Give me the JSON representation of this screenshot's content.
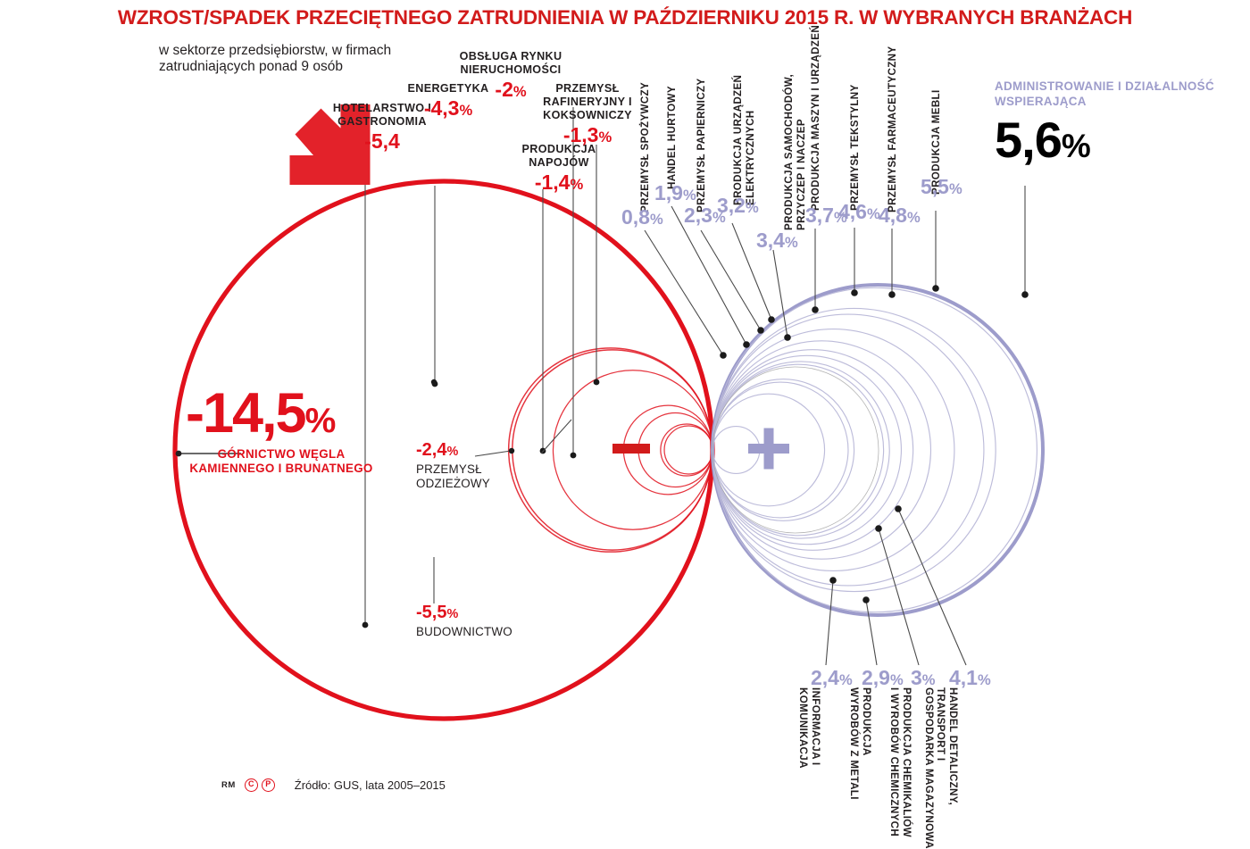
{
  "header": {
    "title": "WZROST/SPADEK  PRZECIĘTNEGO ZATRUDNIENIA  W PAŹDZIERNIKU 2015 R.  W WYBRANYCH BRANŻACH",
    "subtitle": "w sektorze przedsiębiorstw, w firmach zatrudniających ponad 9 osób",
    "title_color": "#d21b1b"
  },
  "colors": {
    "negative": "#e1111c",
    "positive": "#9d9ccb",
    "text": "#231f20",
    "leader": "#3a3a3a"
  },
  "highlight_negative": {
    "value": "-14,5",
    "percent": "%",
    "label": "GÓRNICTWO WĘGLA KAMIENNEGO I BRUNATNEGO"
  },
  "highlight_positive": {
    "label": "ADMINISTROWANIE I DZIAŁALNOŚĆ WSPIERAJĄCA",
    "value": "5,6",
    "percent": "%"
  },
  "inner_labels": {
    "odziezowy": {
      "value": "-2,4",
      "percent": "%",
      "label": "PRZEMYSŁ ODZIEŻOWY"
    },
    "budownictwo": {
      "value": "-5,5",
      "percent": "%",
      "label": "BUDOWNICTWO"
    }
  },
  "signs": {
    "minus": "–",
    "plus": "+"
  },
  "top_left_labels": [
    {
      "name": "hotelarstwo",
      "label": "HOTELARSTWO I GASTRONOMIA",
      "value": "-5,4",
      "percent": ""
    },
    {
      "name": "energetyka",
      "label": "ENERGETYKA",
      "value": "-4,3",
      "percent": "%"
    },
    {
      "name": "obsluga-rynku",
      "label": "OBSŁUGA RYNKU NIERUCHOMOŚCI",
      "value": "-2",
      "percent": "%"
    },
    {
      "name": "napoje",
      "label": "PRODUKCJA NAPOJÓW",
      "value": "-1,4",
      "percent": "%"
    },
    {
      "name": "rafineryjny",
      "label": "PRZEMYSŁ RAFINERYJNY I KOKSOWNICZY",
      "value": "-1,3",
      "percent": "%"
    }
  ],
  "top_vertical_labels": [
    {
      "name": "spozywczy",
      "label": "PRZEMYSŁ SPOŻYWCZY",
      "value": "0,8",
      "percent": "%"
    },
    {
      "name": "handel-hurtowy",
      "label": "HANDEL HURTOWY",
      "value": "1,9",
      "percent": "%"
    },
    {
      "name": "papierniczy",
      "label": "PRZEMYSŁ PAPIERNICZY",
      "value": "2,3",
      "percent": "%"
    },
    {
      "name": "urzadzenia-elektryczne",
      "label": "PRODUKCJA URZĄDZEŃ ELEKTRYCZNYCH",
      "value": "3,2",
      "percent": "%"
    },
    {
      "name": "samochody",
      "label": "PRODUKCJA SAMOCHODÓW, PRZYCZEP I NACZEP",
      "value": "3,4",
      "percent": "%"
    },
    {
      "name": "maszyny",
      "label": "PRODUKCJA MASZYN I URZĄDZEŃ",
      "value": "3,7",
      "percent": "%"
    },
    {
      "name": "tekstylny",
      "label": "PRZEMYSŁ TEKSTYLNY",
      "value": "4,6",
      "percent": "%"
    },
    {
      "name": "farmaceutyczny",
      "label": "PRZEMYSŁ FARMACEUTYCZNY",
      "value": "4,8",
      "percent": "%"
    },
    {
      "name": "meble",
      "label": "PRODUKCJA MEBLI",
      "value": "5,5",
      "percent": "%"
    }
  ],
  "bottom_vertical_labels": [
    {
      "name": "informacja",
      "label": "INFORMACJA I KOMUNIKACJA",
      "value": "2,4",
      "percent": "%"
    },
    {
      "name": "wyroby-z-metali",
      "label": "PRODUKCJA WYROBÓW Z METALI",
      "value": "2,9",
      "percent": "%"
    },
    {
      "name": "chemikalia",
      "label": "PRODUKCJA CHEMIKALIÓW I WYROBÓW CHEMICZNYCH",
      "value": "3",
      "percent": "%"
    },
    {
      "name": "handel-detaliczny",
      "label": "HANDEL DETALICZNY, TRANSPORT I GOSPODARKA MAGAZYNOWA",
      "value": "4,1",
      "percent": "%"
    }
  ],
  "footer": {
    "author": "RM",
    "mark_copyright": "C",
    "mark_phonogram": "P",
    "source": "Źródło: GUS, lata 2005–2015"
  },
  "chart_data": {
    "type": "bubble",
    "title": "WZROST/SPADEK PRZECIĘTNEGO ZATRUDNIENIA W PAŹDZIERNIKU 2015 R. W WYBRANYCH BRANŻACH",
    "unit": "%",
    "note": "Nested circles tangent at a common point; radius proportional to |value|.",
    "negative_series": [
      {
        "label": "GÓRNICTWO WĘGLA KAMIENNEGO I BRUNATNEGO",
        "value": -14.5
      },
      {
        "label": "BUDOWNICTWO",
        "value": -5.5
      },
      {
        "label": "HOTELARSTWO I GASTRONOMIA",
        "value": -5.4
      },
      {
        "label": "ENERGETYKA",
        "value": -4.3
      },
      {
        "label": "PRZEMYSŁ ODZIEŻOWY",
        "value": -2.4
      },
      {
        "label": "OBSŁUGA RYNKU NIERUCHOMOŚCI",
        "value": -2.0
      },
      {
        "label": "PRODUKCJA NAPOJÓW",
        "value": -1.4
      },
      {
        "label": "PRZEMYSŁ RAFINERYJNY I KOKSOWNICZY",
        "value": -1.3
      }
    ],
    "positive_series": [
      {
        "label": "ADMINISTROWANIE I DZIAŁALNOŚĆ WSPIERAJĄCA",
        "value": 5.6
      },
      {
        "label": "PRODUKCJA MEBLI",
        "value": 5.5
      },
      {
        "label": "PRZEMYSŁ FARMACEUTYCZNY",
        "value": 4.8
      },
      {
        "label": "PRZEMYSŁ TEKSTYLNY",
        "value": 4.6
      },
      {
        "label": "HANDEL DETALICZNY, TRANSPORT I GOSPODARKA MAGAZYNOWA",
        "value": 4.1
      },
      {
        "label": "PRODUKCJA MASZYN I URZĄDZEŃ",
        "value": 3.7
      },
      {
        "label": "PRODUKCJA SAMOCHODÓW, PRZYCZEP I NACZEP",
        "value": 3.4
      },
      {
        "label": "PRODUKCJA URZĄDZEŃ ELEKTRYCZNYCH",
        "value": 3.2
      },
      {
        "label": "PRODUKCJA CHEMIKALIÓW I WYROBÓW CHEMICZNYCH",
        "value": 3.0
      },
      {
        "label": "PRODUKCJA WYROBÓW Z METALI",
        "value": 2.9
      },
      {
        "label": "INFORMACJA I KOMUNIKACJA",
        "value": 2.4
      },
      {
        "label": "PRZEMYSŁ PAPIERNICZY",
        "value": 2.3
      },
      {
        "label": "HANDEL HURTOWY",
        "value": 1.9
      },
      {
        "label": "PRZEMYSŁ SPOŻYWCZY",
        "value": 0.8
      }
    ]
  }
}
